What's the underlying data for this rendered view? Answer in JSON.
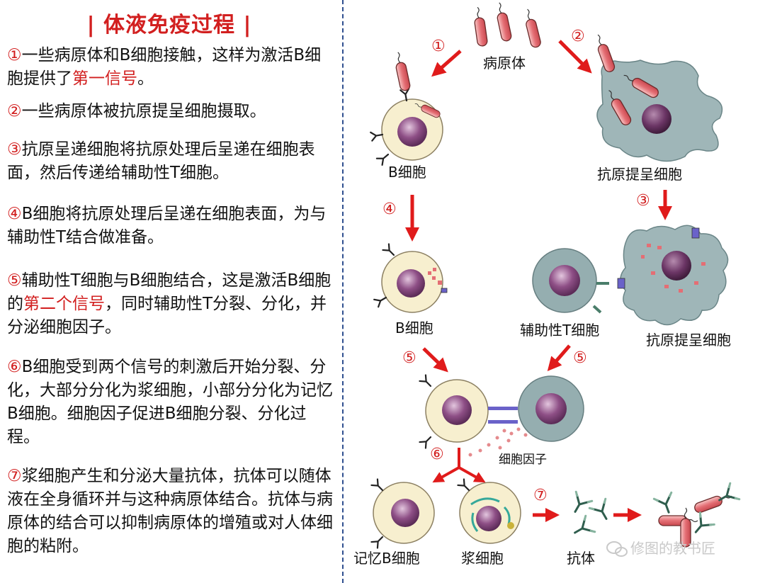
{
  "title": "| 体液免疫过程 |",
  "steps": [
    {
      "num": "①",
      "segments": [
        {
          "t": "一些病原体和B细胞接触，这样为激活B细胞提供了",
          "hl": false
        },
        {
          "t": "第一信号",
          "hl": true
        },
        {
          "t": "。",
          "hl": false
        }
      ]
    },
    {
      "num": "②",
      "segments": [
        {
          "t": "一些病原体被抗原提呈细胞摄取。",
          "hl": false
        }
      ]
    },
    {
      "num": "③",
      "segments": [
        {
          "t": "抗原呈递细胞将抗原处理后呈递在细胞表面，然后传递给辅助性T细胞。",
          "hl": false
        }
      ]
    },
    {
      "num": "④",
      "segments": [
        {
          "t": "B细胞将抗原处理后呈递在细胞表面，为与辅助性T结合做准备。",
          "hl": false
        }
      ]
    },
    {
      "num": "⑤",
      "segments": [
        {
          "t": "辅助性T细胞与B细胞结合，这是激活B细胞的",
          "hl": false
        },
        {
          "t": "第二个信号",
          "hl": true
        },
        {
          "t": "，同时辅助性T分裂、分化，并分泌细胞因子。",
          "hl": false
        }
      ]
    },
    {
      "num": "⑥",
      "segments": [
        {
          "t": "B细胞受到两个信号的刺激后开始分裂、分化，大部分分化为浆细胞，小部分分化为记忆B细胞。细胞因子促进B细胞分裂、分化过程。",
          "hl": false
        }
      ]
    },
    {
      "num": "⑦",
      "segments": [
        {
          "t": "浆细胞产生和分泌大量抗体，抗体可以随体液在全身循环并与这种病原体结合。抗体与病原体的结合可以抑制病原体的增殖或对人体细胞的粘附。",
          "hl": false
        }
      ]
    }
  ],
  "diagram": {
    "labels": {
      "pathogen": "病原体",
      "b_cell_1": "B细胞",
      "apc_1": "抗原提呈细胞",
      "b_cell_2": "B细胞",
      "helper_t": "辅助性T细胞",
      "apc_2": "抗原提呈细胞",
      "cytokine": "细胞因子",
      "memory_b": "记忆B细胞",
      "plasma": "浆细胞",
      "antibody": "抗体"
    },
    "step_numbers": [
      "①",
      "②",
      "③",
      "④",
      "⑤",
      "⑤",
      "⑥",
      "⑦"
    ],
    "watermark": "修图的教书匠",
    "icons": {
      "watermark_icon": "wechat-icon"
    },
    "colors": {
      "accent": "#d21f1f",
      "b_cell": "#f7efcf",
      "nucleus": "#8e4f86",
      "t_cell": "#95aeb0",
      "apc": "#9fb6b8",
      "pathogen": "#e58a8d",
      "antibody": "#2f5e4e"
    }
  }
}
